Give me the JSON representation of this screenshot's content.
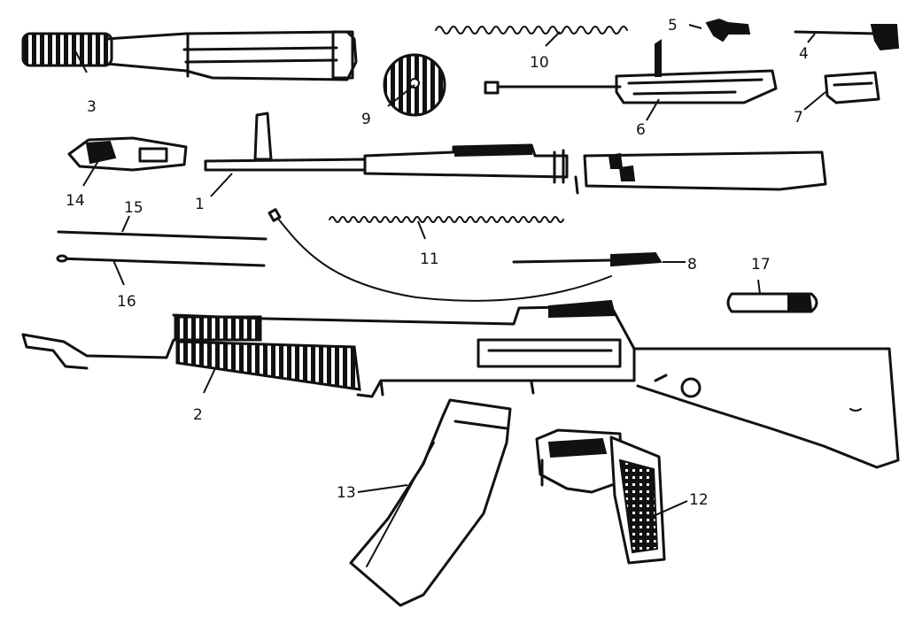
{
  "labels": {
    "1": "1",
    "2": "2",
    "3": "3",
    "4": "4",
    "5": "5",
    "6": "6",
    "7": "7",
    "8": "8",
    "9": "9",
    "10": "10",
    "11": "11",
    "12": "12",
    "13": "13",
    "14": "14",
    "15": "15",
    "16": "16",
    "17": "17"
  },
  "colors": {
    "ink": "#111111",
    "paper": "#ffffff"
  }
}
